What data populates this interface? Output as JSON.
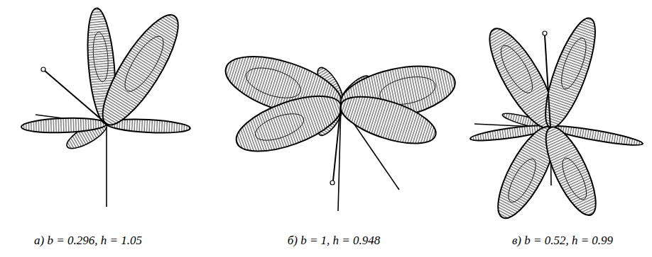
{
  "diagram": {
    "labels": [
      "а) b = 0.296, h = 1.05",
      "б) b = 1, h = 0.948",
      "в) b = 0.52, h = 0.99"
    ]
  }
}
